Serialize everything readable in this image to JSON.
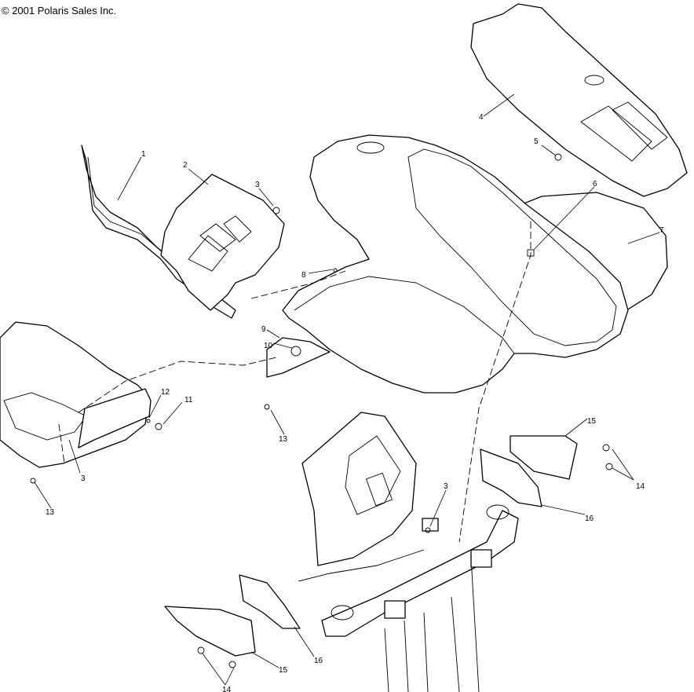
{
  "copyright": "© 2001 Polaris Sales Inc.",
  "callouts": [
    {
      "id": "c1",
      "label": "1"
    },
    {
      "id": "c2",
      "label": "2"
    },
    {
      "id": "c3a",
      "label": "3"
    },
    {
      "id": "c3b",
      "label": "3"
    },
    {
      "id": "c3c",
      "label": "3"
    },
    {
      "id": "c4",
      "label": "4"
    },
    {
      "id": "c5",
      "label": "5"
    },
    {
      "id": "c6",
      "label": "6"
    },
    {
      "id": "c7",
      "label": "7"
    },
    {
      "id": "c8",
      "label": "8"
    },
    {
      "id": "c9",
      "label": "9"
    },
    {
      "id": "c10",
      "label": "10"
    },
    {
      "id": "c11",
      "label": "11"
    },
    {
      "id": "c12",
      "label": "12"
    },
    {
      "id": "c13a",
      "label": "13"
    },
    {
      "id": "c13b",
      "label": "13"
    },
    {
      "id": "c14a",
      "label": "14"
    },
    {
      "id": "c14b",
      "label": "14"
    },
    {
      "id": "c15a",
      "label": "15"
    },
    {
      "id": "c15b",
      "label": "15"
    },
    {
      "id": "c16a",
      "label": "16"
    },
    {
      "id": "c16b",
      "label": "16"
    }
  ]
}
